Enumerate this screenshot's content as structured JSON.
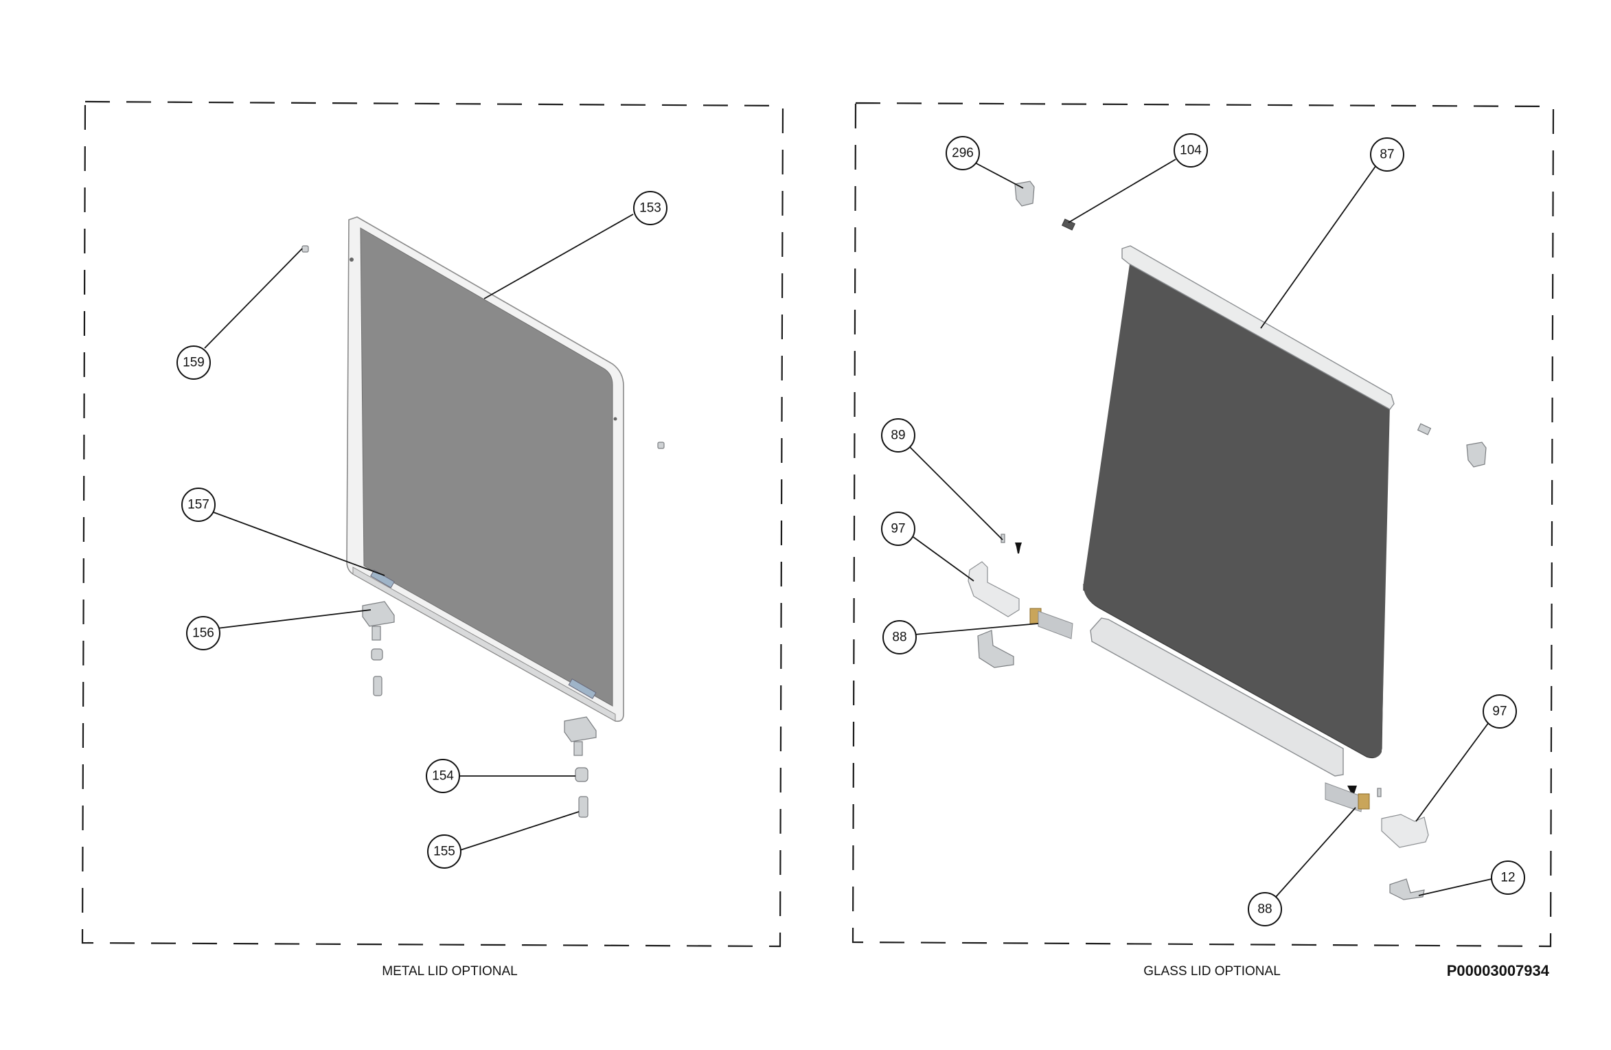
{
  "captions": {
    "left_panel": "METAL LID OPTIONAL",
    "right_panel": "GLASS LID OPTIONAL",
    "document_number": "P00003007934"
  },
  "callouts": {
    "c153": "153",
    "c159": "159",
    "c157": "157",
    "c156": "156",
    "c154": "154",
    "c155": "155",
    "c296": "296",
    "c104": "104",
    "c87": "87",
    "c89": "89",
    "c97a": "97",
    "c88a": "88",
    "c97b": "97",
    "c88b": "88",
    "c12": "12"
  },
  "colors": {
    "metal_lid_panel": "#8a8a8a",
    "glass_lid_panel": "#555555",
    "frame_line": "#1a1a1a"
  }
}
